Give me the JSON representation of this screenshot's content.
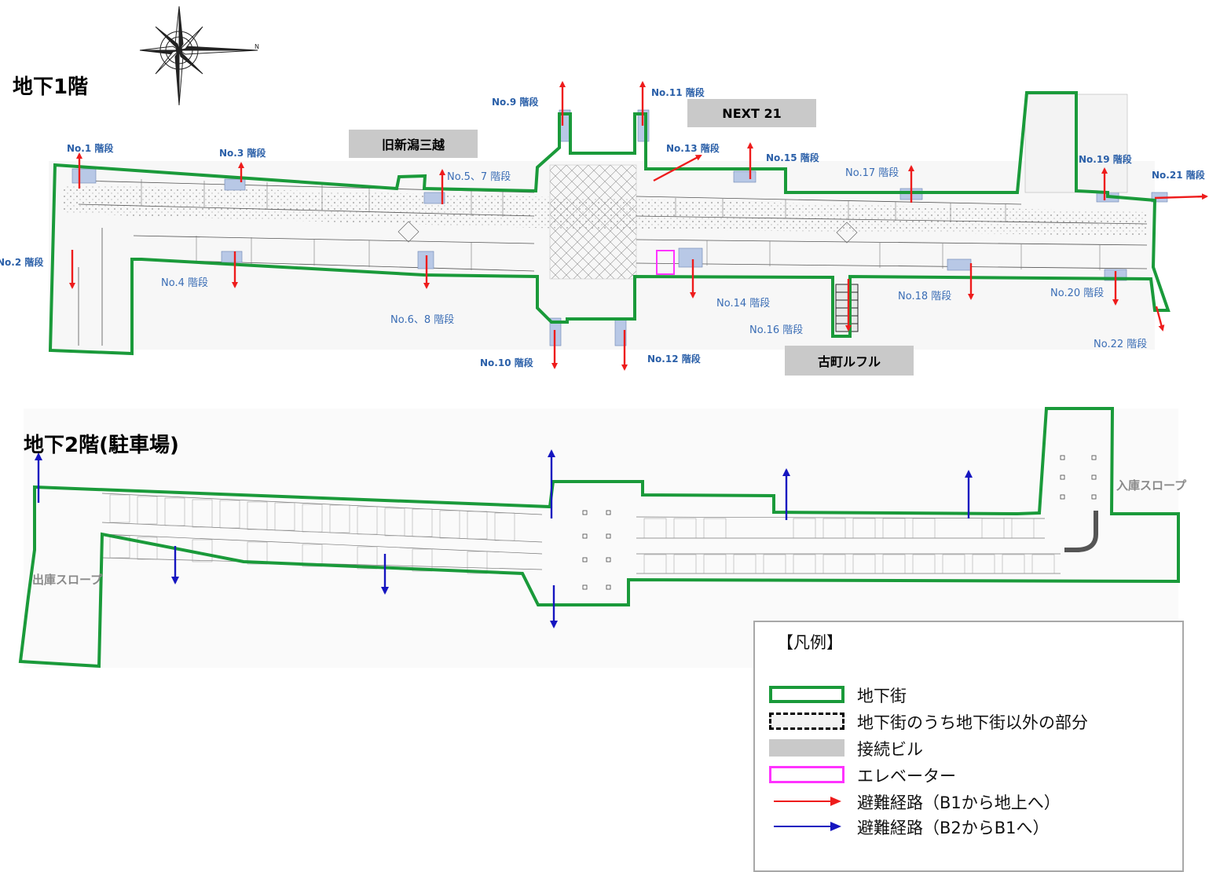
{
  "floors": {
    "b1": {
      "title": "地下1階"
    },
    "b2": {
      "title": "地下2階(駐車場)"
    }
  },
  "buildings": {
    "mitsukoshi": "旧新潟三越",
    "next21": "NEXT 21",
    "rufuru": "古町ルフル"
  },
  "stairs": {
    "s1": "No.1 階段",
    "s2": "No.2 階段",
    "s3": "No.3 階段",
    "s4": "No.4 階段",
    "s57": "No.5、7 階段",
    "s68": "No.6、8 階段",
    "s9": "No.9 階段",
    "s10": "No.10 階段",
    "s11": "No.11 階段",
    "s12": "No.12 階段",
    "s13": "No.13 階段",
    "s14": "No.14 階段",
    "s15": "No.15 階段",
    "s16": "No.16 階段",
    "s17": "No.17 階段",
    "s18": "No.18 階段",
    "s19": "No.19 階段",
    "s20": "No.20 階段",
    "s21": "No.21 階段",
    "s22": "No.22 階段"
  },
  "slopes": {
    "entry": "入庫スロープ",
    "exit": "出庫スロープ"
  },
  "legend": {
    "title": "【凡例】",
    "items": [
      {
        "label": "地下街",
        "color": "#1a9a3a"
      },
      {
        "label": "地下街のうち地下街以外の部分",
        "color": "#000000"
      },
      {
        "label": "接続ビル",
        "color": "#c9c9c9"
      },
      {
        "label": "エレベーター",
        "color": "#ff33ff"
      },
      {
        "label": "避難経路（B1から地上へ）",
        "color": "#ee1c1c"
      },
      {
        "label": "避難経路（B2からB1へ）",
        "color": "#1515c0"
      }
    ]
  },
  "colors": {
    "underground_mall": "#1a9a3a",
    "building": "#c9c9c9",
    "elevator": "#ff33ff",
    "route_b1": "#ee1c1c",
    "route_b2": "#1515c0"
  }
}
